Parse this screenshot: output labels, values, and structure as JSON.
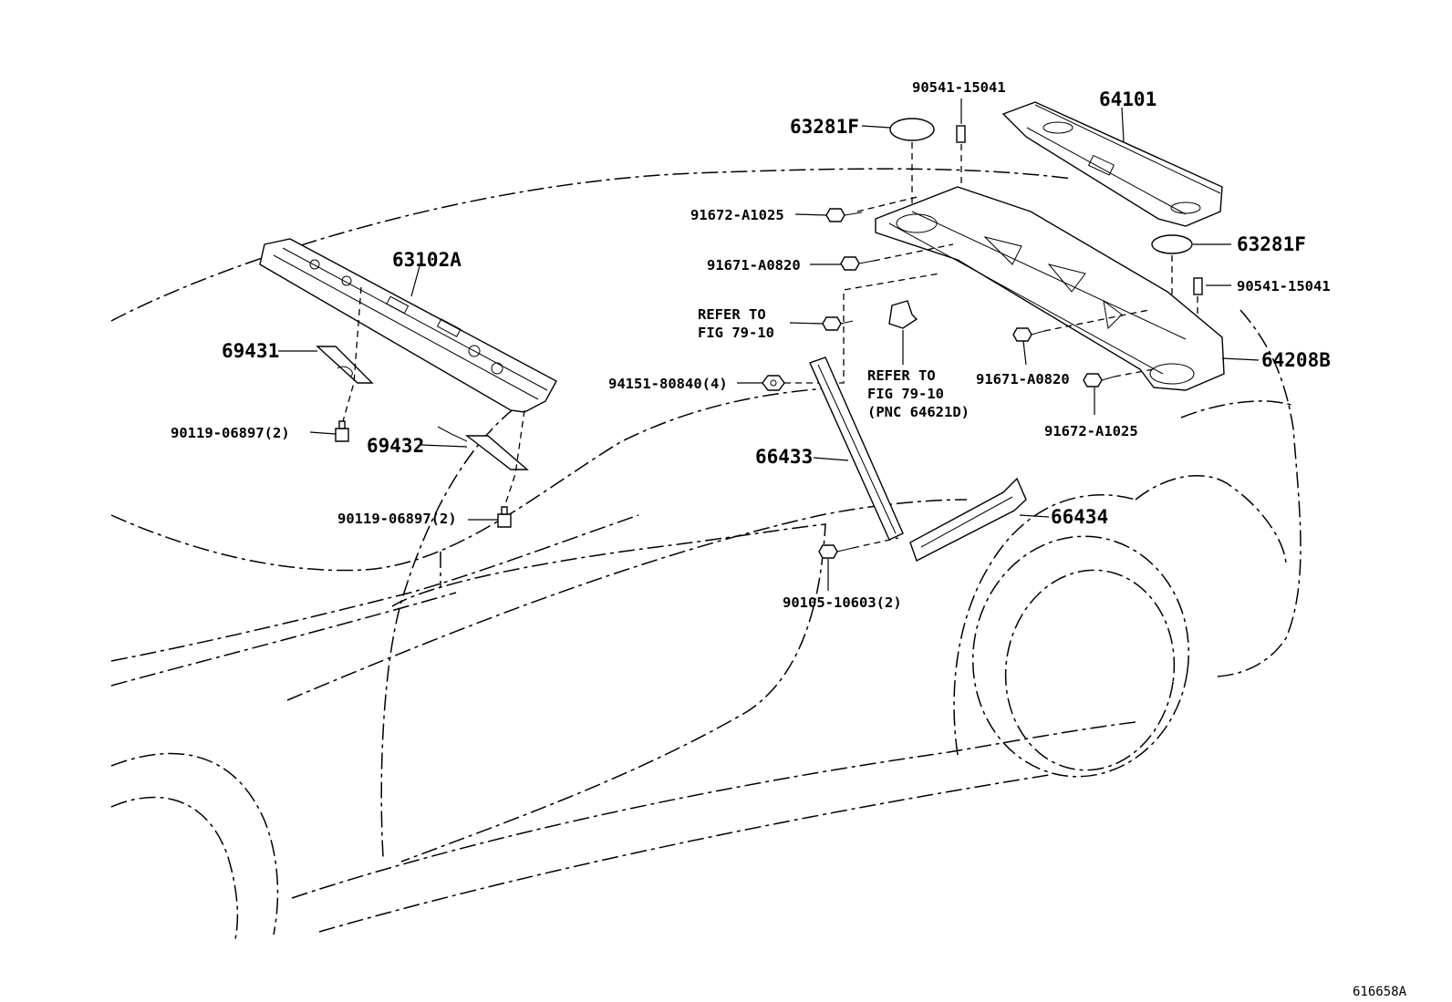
{
  "figure_id": "616658A",
  "labels": {
    "p63102A": "63102A",
    "p69431": "69431",
    "p90119_a": "90119-06897(2)",
    "p69432": "69432",
    "p90119_b": "90119-06897(2)",
    "p63281F_a": "63281F",
    "p90541_a": "90541-15041",
    "p64101": "64101",
    "p91672_a": "91672-A1025",
    "p91671_a": "91671-A0820",
    "refer1_line1": "REFER TO",
    "refer1_line2": "FIG 79-10",
    "p94151": "94151-80840(4)",
    "refer2_line1": "REFER TO",
    "refer2_line2": "FIG 79-10",
    "refer2_line3": "(PNC 64621D)",
    "p63281F_b": "63281F",
    "p90541_b": "90541-15041",
    "p64208B": "64208B",
    "p91671_b": "91671-A0820",
    "p91672_b": "91672-A1025",
    "p66433": "66433",
    "p66434": "66434",
    "p90105": "90105-10603(2)"
  }
}
